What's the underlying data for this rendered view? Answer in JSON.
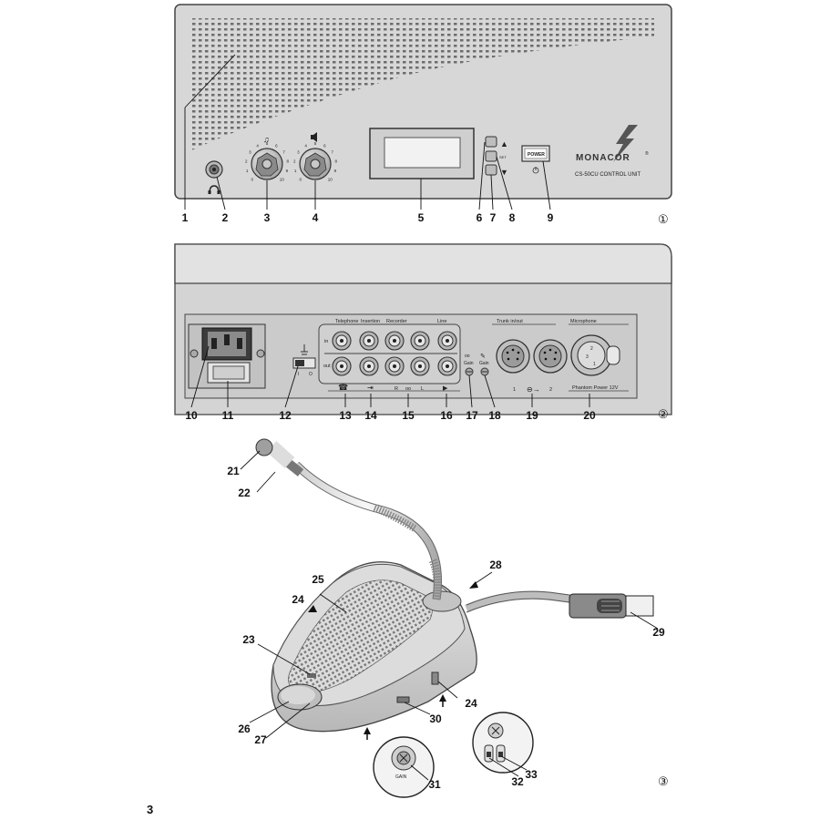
{
  "figures": [
    {
      "number": "①",
      "callouts": [
        "1",
        "2",
        "3",
        "4",
        "5",
        "6",
        "7",
        "8",
        "9"
      ]
    },
    {
      "number": "②",
      "callouts": [
        "10",
        "11",
        "12",
        "13",
        "14",
        "15",
        "16",
        "17",
        "18",
        "19",
        "20"
      ]
    },
    {
      "number": "③",
      "callouts": [
        "21",
        "22",
        "23",
        "24",
        "24",
        "25",
        "26",
        "27",
        "28",
        "29",
        "30",
        "31",
        "32",
        "33"
      ]
    }
  ],
  "front_panel": {
    "brand": "MONACOR",
    "brand_mark": "®",
    "model": "CS-50CU CONTROL UNIT",
    "power_label": "POWER",
    "set_label": "SET",
    "dial_numbers": [
      "0",
      "1",
      "2",
      "3",
      "4",
      "5",
      "6",
      "7",
      "8",
      "9",
      "10"
    ]
  },
  "rear_panel": {
    "telephone": "Telephone",
    "insertion": "Insertion",
    "recorder": "Recorder",
    "line": "Line",
    "trunk": "Trunk in/out",
    "microphone": "Microphone",
    "row_in": "in",
    "row_out": "out",
    "gain1": "Gain",
    "gain2": "Gain",
    "r_label": "R",
    "l_label": "L",
    "trunk_1": "1",
    "trunk_2": "2",
    "phantom": "Phantom Power 12V",
    "switch_i": "I",
    "switch_o": "O",
    "xlr_pins": [
      "2",
      "3",
      "1"
    ]
  },
  "microphone_unit": {
    "gain_label": "GAIN"
  },
  "page_number": "3",
  "icons": [
    "headphone-icon",
    "speaker-icon",
    "volume-knob-icon",
    "telephone-icon",
    "tape-icon",
    "arrow-up-icon",
    "arrow-down-icon",
    "power-icon"
  ]
}
